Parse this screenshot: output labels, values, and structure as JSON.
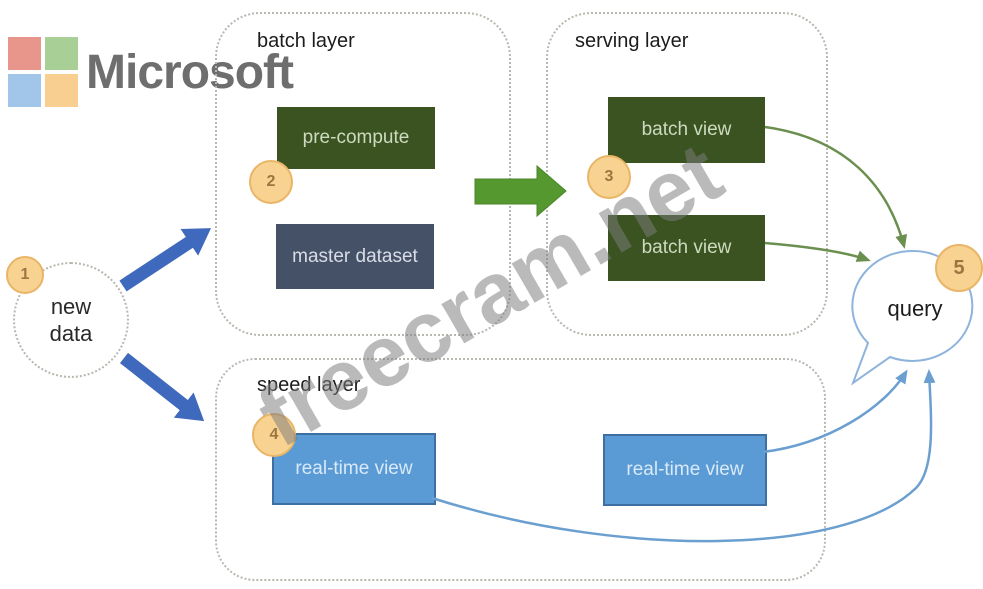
{
  "logo": {
    "text": "Microsoft",
    "square_colors": {
      "red": "#e8958b",
      "green": "#a8cf96",
      "blue": "#a2c5ea",
      "yellow": "#f8cf90"
    },
    "text_color": "#6e6e6e"
  },
  "watermark": {
    "text": "freecram.net"
  },
  "diagram": {
    "new_data": {
      "line1": "new",
      "line2": "data",
      "badge": "1"
    },
    "batch_layer": {
      "title": "batch layer",
      "badge": "2",
      "nodes": {
        "pre_compute": "pre-compute",
        "master_dataset": "master dataset"
      }
    },
    "serving_layer": {
      "title": "serving layer",
      "badge": "3",
      "nodes": [
        {
          "label": "batch view"
        },
        {
          "label": "batch view"
        }
      ]
    },
    "speed_layer": {
      "title": "speed layer",
      "badge": "4",
      "nodes": [
        {
          "label": "real-time view"
        },
        {
          "label": "real-time view"
        }
      ]
    },
    "query": {
      "label": "query",
      "badge": "5"
    }
  },
  "colors": {
    "dark_green_node": "#3b5321",
    "slate_node": "#455167",
    "blue_node": "#5b9bd5",
    "badge_fill": "#f7d291",
    "badge_border": "#e9b567",
    "thick_arrow_blue": "#3f69bd",
    "thick_arrow_green": "#55982f",
    "curve_green": "#6b8f4e",
    "curve_blue": "#6a9fd0",
    "bubble_border": "#8eb4dc",
    "dashed_border": "#b8b8b0"
  }
}
